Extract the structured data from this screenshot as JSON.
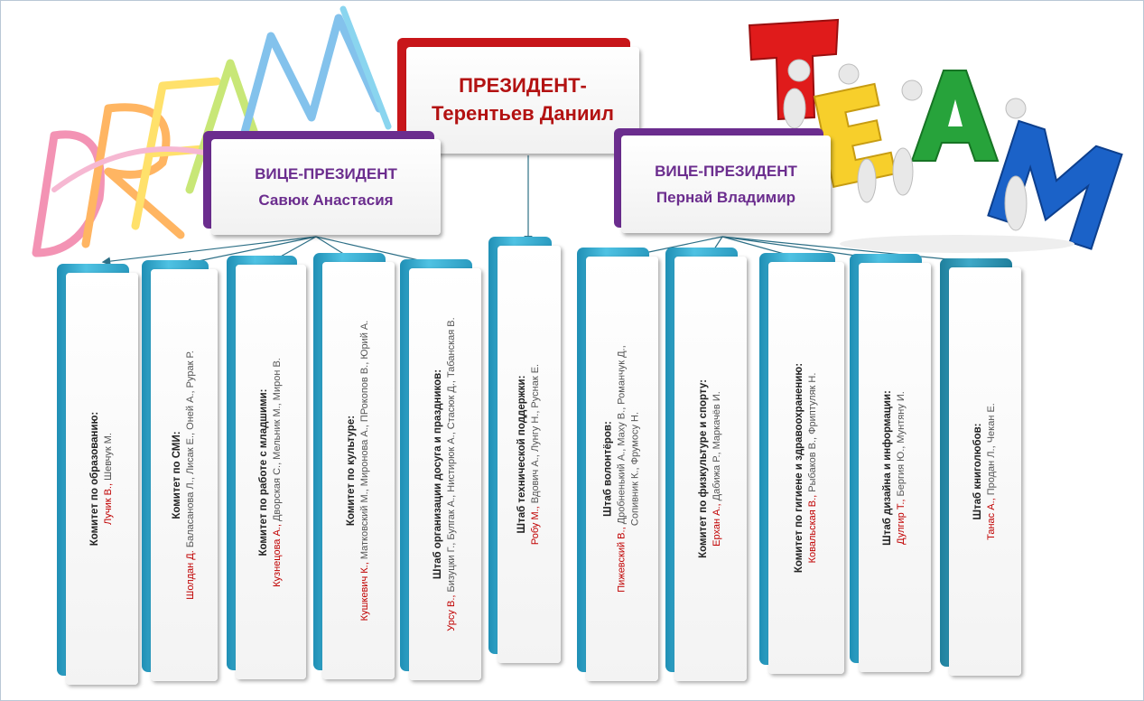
{
  "president": {
    "title": "ПРЕЗИДЕНТ-",
    "name": "Терентьев Даниил"
  },
  "vice_left": {
    "title": "ВИЦЕ-ПРЕЗИДЕНТ",
    "name": "Савюк Анастасия"
  },
  "vice_right": {
    "title": "ВИЦЕ-ПРЕЗИДЕНТ",
    "name": "Пернай Владимир"
  },
  "decor": {
    "left_word": "DREAM",
    "right_letters": [
      "T",
      "E",
      "A",
      "M"
    ]
  },
  "colors": {
    "president": "#b31212",
    "vice": "#6b2d8e",
    "column_accent": "#2aa5cf",
    "highlight": "#c00000"
  },
  "columns": [
    {
      "title": "Комитет  по образованию:",
      "lines": [
        {
          "hl": "Лучик В.,",
          "rest": " Шевчук М."
        }
      ]
    },
    {
      "title": "Комитет по СМИ:",
      "lines": [
        {
          "hl": "Шолдан Д.",
          "rest": "   Баласанова Л., Лисак Е., Оней А., Рурак Р."
        }
      ]
    },
    {
      "title": "Комитет по работе с младшими:",
      "lines": [
        {
          "hl": "Кузнецова А.,",
          "rest": " Дворская С., Мельник М., Мирон В."
        }
      ]
    },
    {
      "title": "Комитет по культуре:",
      "lines": [
        {
          "hl": "Кушкевич К.,",
          "rest": " Матковский М., Миронова А., ПРокопов В., Юрий А."
        }
      ]
    },
    {
      "title": "Штаб организации  досуга и праздников:",
      "lines": [
        {
          "hl": "Урсу В.,",
          "rest": " Бизуцки Г., Булгак А., Нистирюк А., Стасюк Д., Табанская В."
        }
      ]
    },
    {
      "title": "Штаб технической поддержки:",
      "lines": [
        {
          "hl": "Робу М.,",
          "rest": " Вдович А., Лунгу Н., Руснак Е."
        }
      ]
    },
    {
      "title": "Штаб волонтёров:",
      "lines": [
        {
          "hl": "Пижевский В.,",
          "rest": " Дробненький А., Маху В., Романчук Д.,"
        },
        {
          "hl": "",
          "rest": "Сопивник К., Фрумосу Н."
        }
      ]
    },
    {
      "title": "Комитет по физкультуре и спорту:",
      "lines": [
        {
          "hl": "Ерхан А.,",
          "rest": " Дабижа Р., Маркачёв И."
        }
      ]
    },
    {
      "title": "Комитет по гигиене и здравоохранению:",
      "lines": [
        {
          "hl": "Ковальская В.,",
          "rest": " Рыбаков В., Фриптуляк Н."
        }
      ]
    },
    {
      "title": "Штаб  дизайна  и информации:",
      "lines": [
        {
          "hl": "Дулгир Т.,",
          "rest": " Бергия Ю., Мунтяну И."
        }
      ]
    },
    {
      "title": "Штаб  книголюбов:",
      "lines": [
        {
          "hl": "Танас  А.,",
          "rest": "   Продан Л., Чекан Е."
        }
      ]
    }
  ]
}
